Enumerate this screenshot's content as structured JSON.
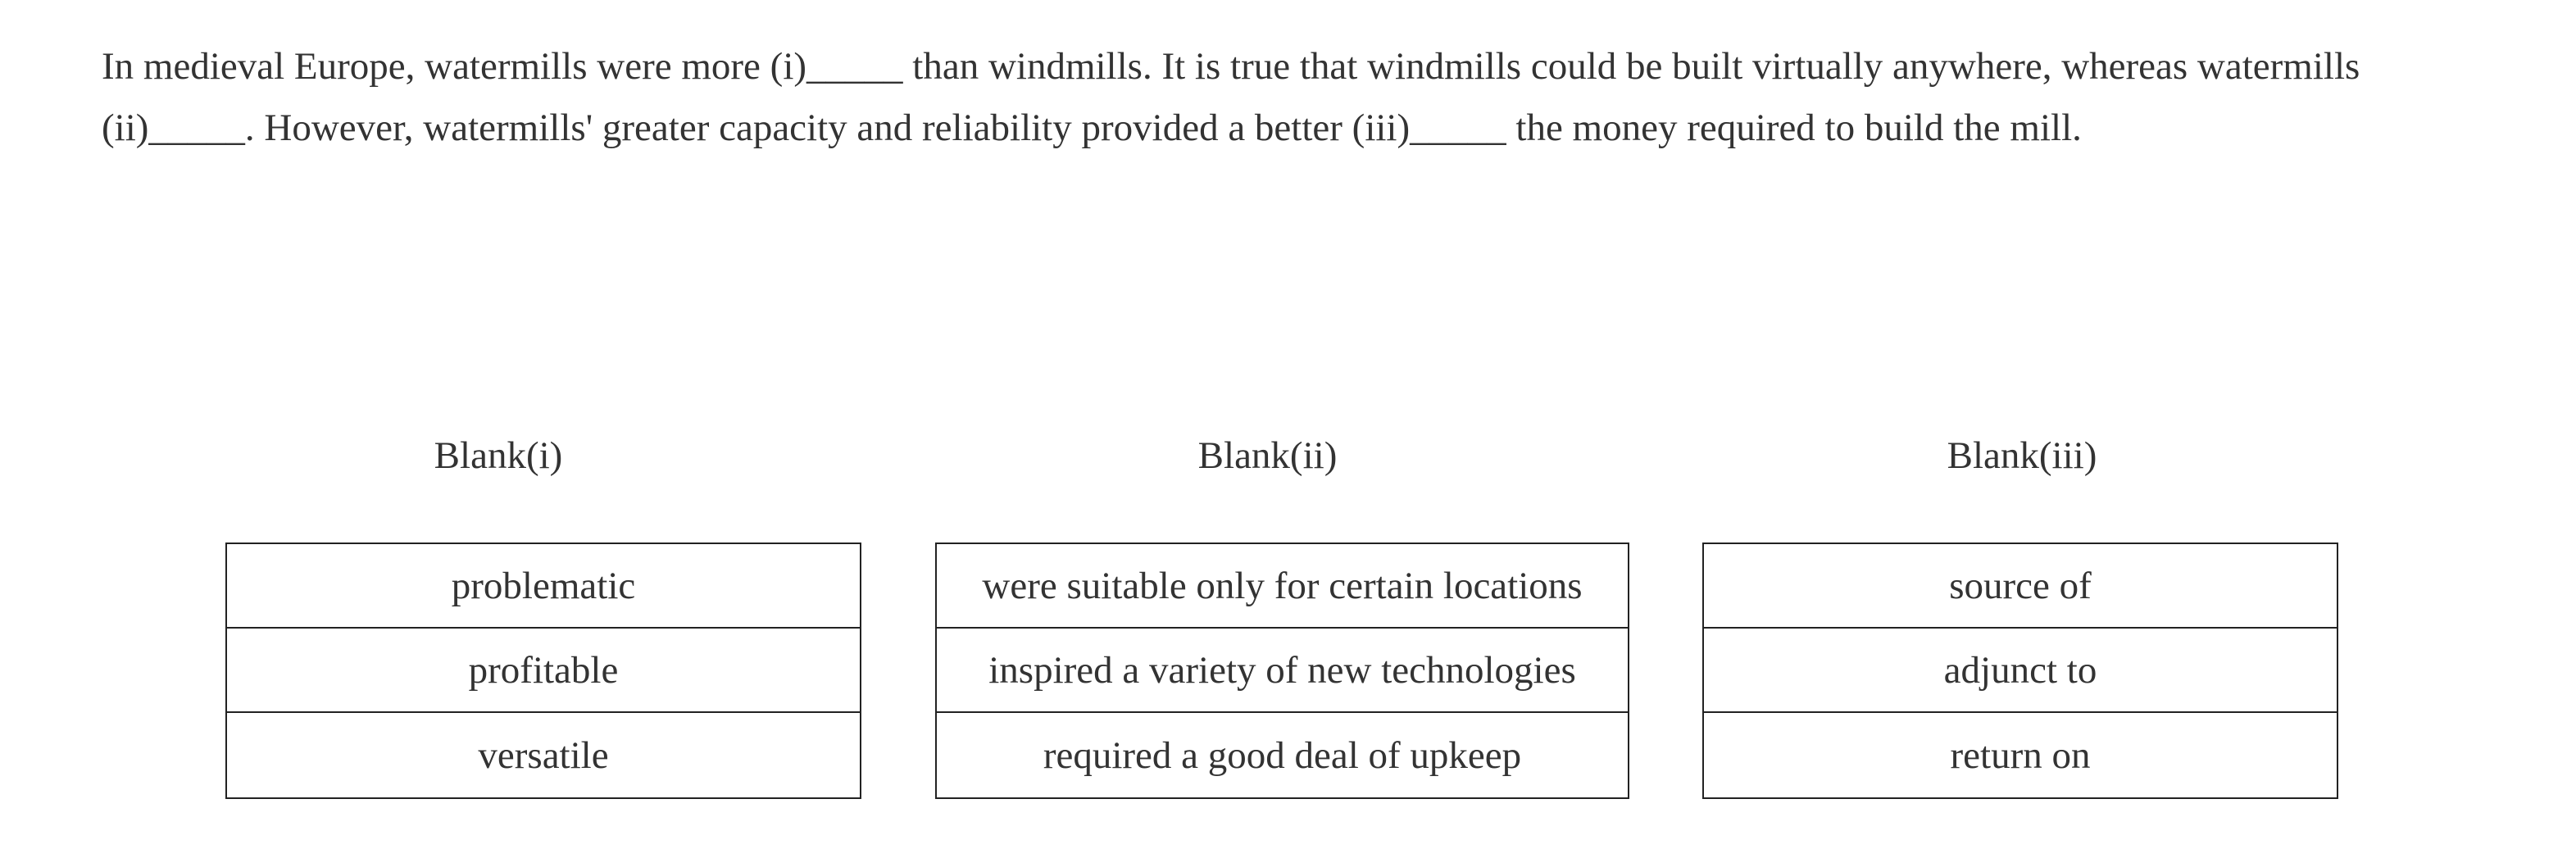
{
  "passage": {
    "text": "In medieval Europe, watermills were more (i)_____ than windmills. It is true that windmills could be built virtually anywhere, whereas watermills (ii)_____. However, watermills' greater capacity and reliability provided a better (iii)_____ the money required to build the mill."
  },
  "blanks": [
    {
      "title": "Blank(i)",
      "options": [
        "problematic",
        "profitable",
        "versatile"
      ]
    },
    {
      "title": "Blank(ii)",
      "options": [
        "were suitable only for certain locations",
        "inspired a variety of new technologies",
        "required a good deal of upkeep"
      ]
    },
    {
      "title": "Blank(iii)",
      "options": [
        "source of",
        "adjunct to",
        "return on"
      ]
    }
  ]
}
